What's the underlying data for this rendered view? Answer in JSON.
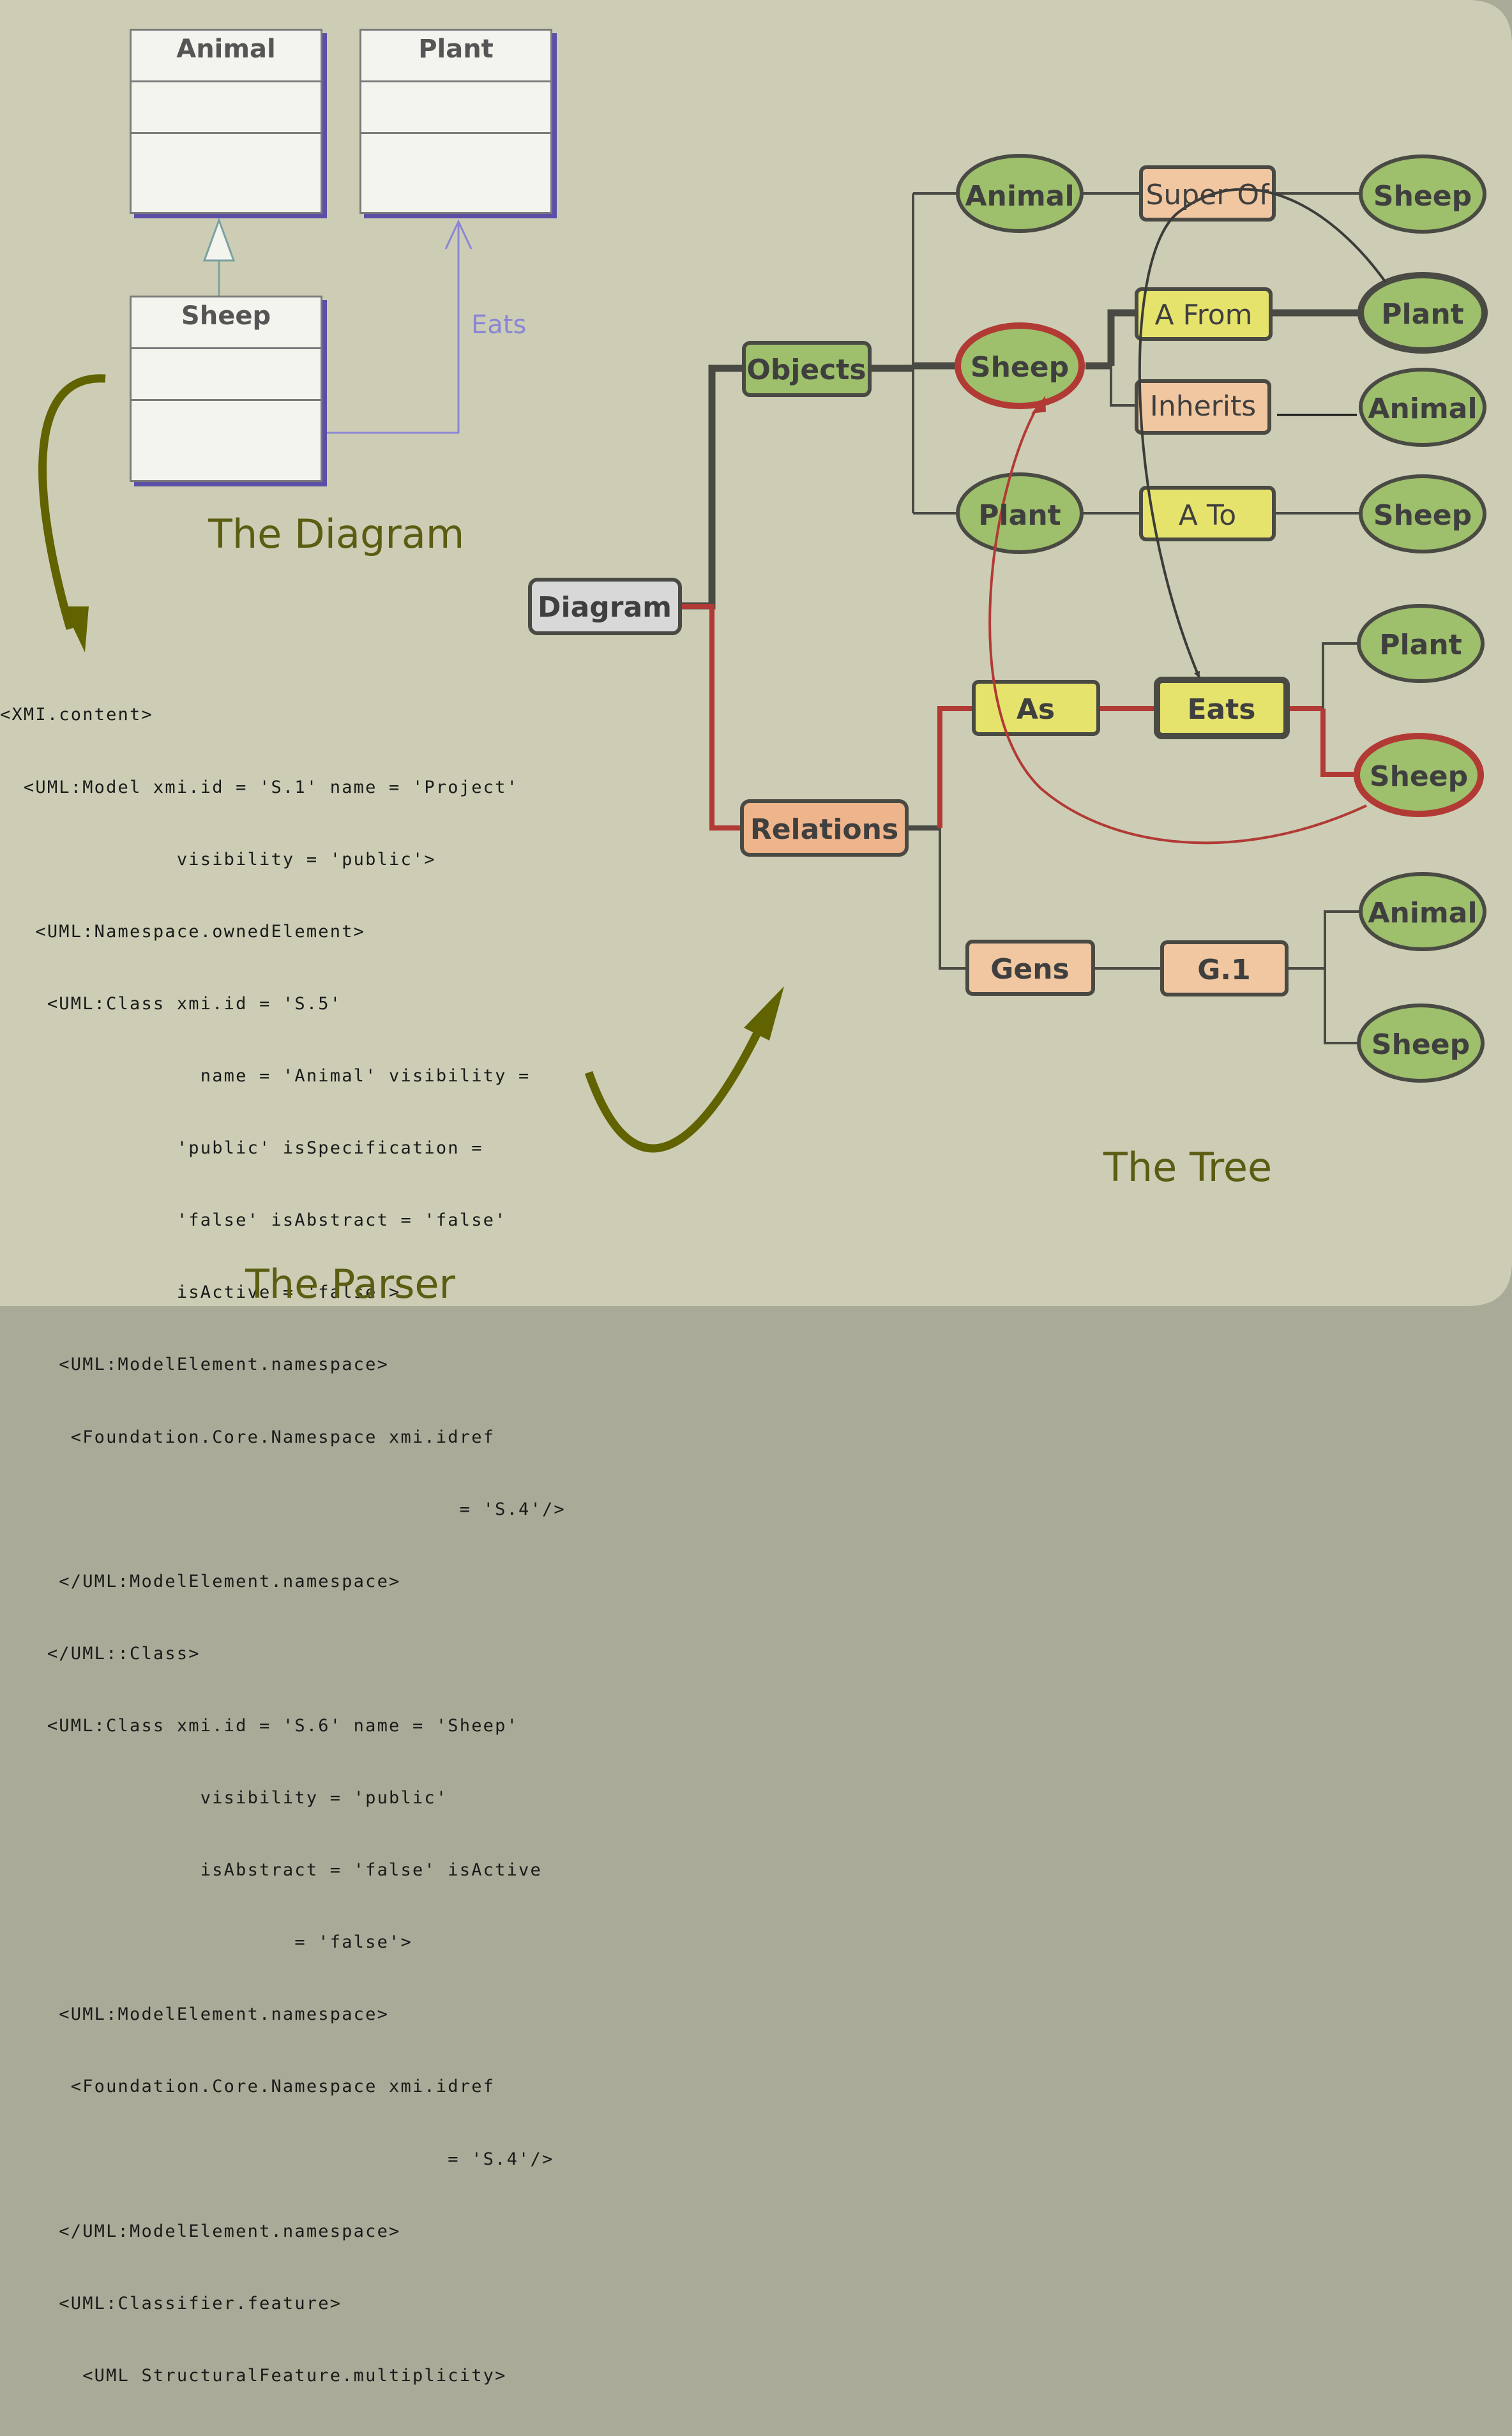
{
  "uml_diagram": {
    "classes": {
      "animal": "Animal",
      "plant": "Plant",
      "sheep": "Sheep"
    },
    "association_label": "Eats"
  },
  "captions": {
    "diagram": "The Diagram",
    "parser": "The Parser",
    "tree": "The Tree"
  },
  "xml_lines": [
    "<XMI.content>",
    "  <UML:Model xmi.id = 'S.1' name = 'Project'",
    "               visibility = 'public'>",
    "   <UML:Namespace.ownedElement>",
    "    <UML:Class xmi.id = 'S.5'",
    "                 name = 'Animal' visibility =",
    "               'public' isSpecification =",
    "               'false' isAbstract = 'false'",
    "               isActive = 'false'>",
    "     <UML:ModelElement.namespace>",
    "      <Foundation.Core.Namespace xmi.idref",
    "                                       = 'S.4'/>",
    "     </UML:ModelElement.namespace>",
    "    </UML::Class>",
    "    <UML:Class xmi.id = 'S.6' name = 'Sheep'",
    "                 visibility = 'public'",
    "                 isAbstract = 'false' isActive",
    "                         = 'false'>",
    "     <UML:ModelElement.namespace>",
    "      <Foundation.Core.Namespace xmi.idref",
    "                                      = 'S.4'/>",
    "     </UML:ModelElement.namespace>",
    "     <UML:Classifier.feature>",
    "       <UML StructuralFeature.multiplicity>"
  ],
  "tree": {
    "root": "Diagram",
    "objects": "Objects",
    "relations": "Relations",
    "objects_children": {
      "animal": "Animal",
      "sheep": "Sheep",
      "plant": "Plant",
      "super_of": "Super Of",
      "a_from": "A From",
      "inherits": "Inherits",
      "a_to": "A To",
      "leaf_sheep_1": "Sheep",
      "leaf_plant": "Plant",
      "leaf_animal": "Animal",
      "leaf_sheep_2": "Sheep"
    },
    "relations_children": {
      "as": "As",
      "eats": "Eats",
      "gens": "Gens",
      "g1": "G.1",
      "leaf_plant": "Plant",
      "leaf_sheep": "Sheep",
      "leaf_animal": "Animal",
      "leaf_sheep_2": "Sheep"
    }
  },
  "colors": {
    "background": "#a9aa97",
    "panel": "#cdcdb5",
    "node_green": "#9ebf6b",
    "node_yellow": "#e6e36d",
    "node_orange": "#eeb48b",
    "node_peach": "#f0c7a0",
    "node_gray": "#d8d8d8",
    "highlight_red": "#b23a35",
    "edge_dark": "#4a4a44",
    "caption_olive": "#5a5d12"
  }
}
